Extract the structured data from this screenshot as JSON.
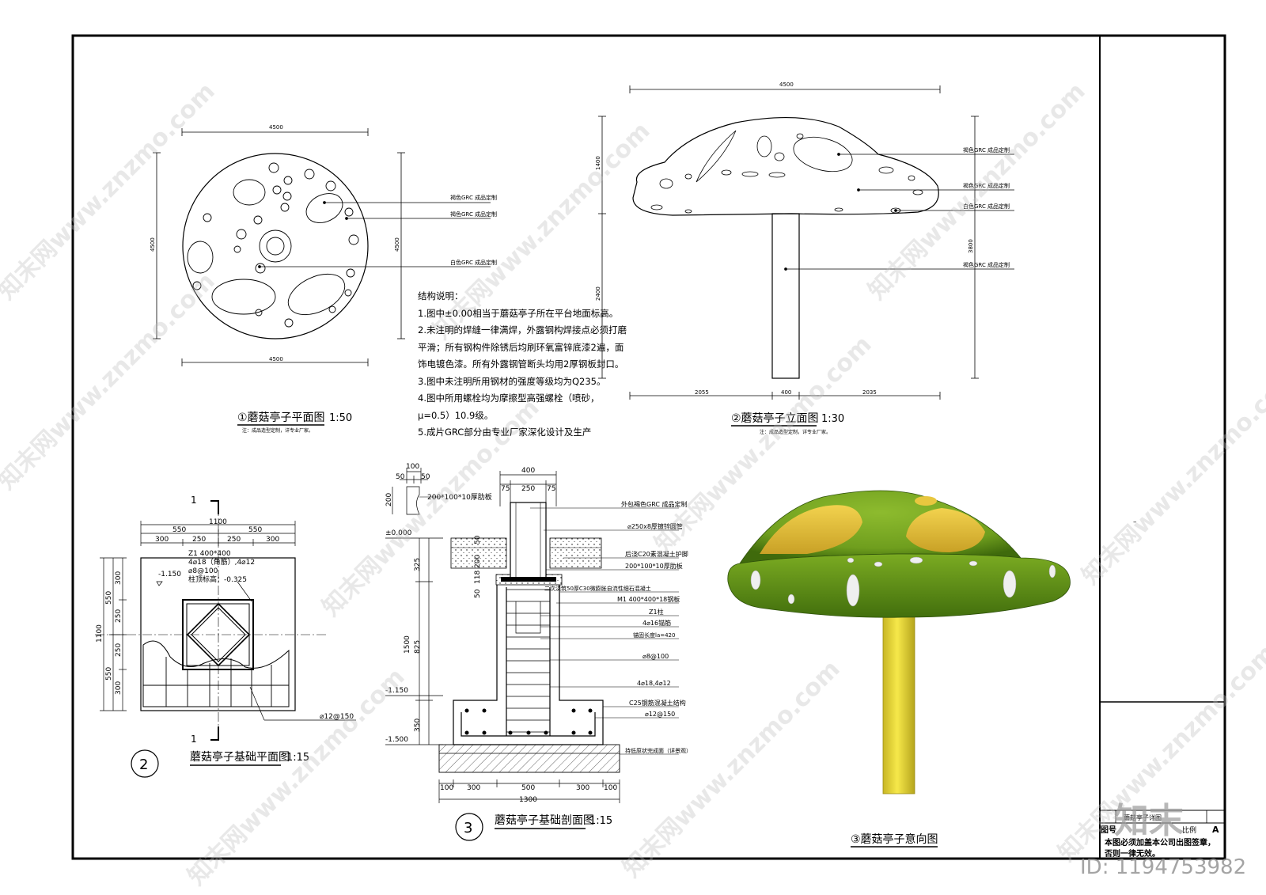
{
  "plan": {
    "title": "①蘑菇亭子平面图",
    "scale": "1:50",
    "note": "注：成品造型定制，详专业厂家。",
    "dims": {
      "top": "4500",
      "bottom": "4500",
      "left": "4500",
      "right": "4500"
    },
    "labels": [
      "褐色GRC 成品定制",
      "褐色GRC 成品定制",
      "白色GRC 成品定制"
    ]
  },
  "elevation": {
    "title": "②蘑菇亭子立面图",
    "scale": "1:30",
    "note": "注：成品造型定制，详专业厂家。",
    "dims": {
      "top": "4500",
      "cap_h": "1400",
      "stem_h": "2400",
      "total_h": "3800",
      "b1": "2055",
      "b2": "400",
      "b3": "2035"
    },
    "labels": [
      "褐色GRC 成品定制",
      "褐色GRC 成品定制",
      "白色GRC 成品定制",
      "褐色GRC 成品定制"
    ]
  },
  "notes": {
    "heading": "结构说明：",
    "lines": [
      "1.图中±0.00相当于蘑菇亭子所在平台地面标高。",
      "2.未注明的焊缝一律满焊，外露钢构焊接点必须打磨",
      "平滑；所有钢构件除锈后均刷环氧富锌底漆2遍，面",
      "饰电镀色漆。所有外露钢管断头均用2厚钢板封口。",
      "3.图中未注明所用钢材的强度等级均为Q235。",
      "4.图中所用螺栓均为摩擦型高强螺栓（喷砂，",
      "μ=0.5）10.9级。",
      "5.成片GRC部分由专业厂家深化设计及生产"
    ]
  },
  "foundation_plan": {
    "title": "蘑菇亭子基础平面图",
    "scale": "1:15",
    "number": "2",
    "section_mark": "1",
    "dims_top": {
      "total": "1100",
      "a": "550",
      "b": "550",
      "c1": "300",
      "c2": "250",
      "c3": "250",
      "c4": "300"
    },
    "dims_left": {
      "total": "1100",
      "a": "550",
      "b": "550",
      "c1": "300",
      "c2": "250",
      "c3": "250",
      "c4": "300"
    },
    "column_label": [
      "Z1 400*400",
      "4⌀18（角筋）,4⌀12",
      "⌀8@100",
      "柱顶标高：-0.325"
    ],
    "level": "-1.150",
    "rebar": "⌀12@150"
  },
  "foundation_section": {
    "title": "蘑菇亭子基础剖面图",
    "scale": "1:15",
    "number": "3",
    "detail_dims": {
      "a": "100",
      "b": "50",
      "c": "50",
      "h": "200"
    },
    "plate_label": "200*100*10厚肋板",
    "top_dims": {
      "total": "400",
      "a": "75",
      "b": "250",
      "c": "75"
    },
    "levels": [
      "±0.000",
      "-1.150",
      "-1.500"
    ],
    "left_dims": [
      "325",
      "1500",
      "350",
      "50",
      "200",
      "118",
      "50",
      "825"
    ],
    "bottom_dims": {
      "a": "100",
      "b": "300",
      "c": "500",
      "d": "300",
      "e": "100",
      "total": "1300"
    },
    "labels": [
      "外包褐色GRC 成品定制",
      "⌀250x8厚镀锌圆管",
      "后浇C20素混凝土护脚",
      "200*100*10厚肋板",
      "二次浇筑50厚C30微膨胀自流性细石混凝土",
      "M1 400*400*18钢板",
      "Z1柱",
      "4⌀16锚筋",
      "锚固长度la=420",
      "⌀8@100",
      "4⌀18,4⌀12",
      "C25钢筋混凝土结构",
      "⌀12@150",
      "持低原状完成面（详景观）"
    ]
  },
  "render": {
    "title": "③蘑菇亭子意向图",
    "colors": {
      "cap": "#6f9e1e",
      "cap_dark": "#3f6a0c",
      "spot": "#d9b432",
      "spot_hi": "#f2d24e",
      "stem": "#f2e23a",
      "stem_edge": "#b6a51c",
      "white_spot": "#eeeeee"
    }
  },
  "title_block": {
    "drawing_no_label": "图号",
    "project_label": "蘑菇亭子详图",
    "size": "A",
    "ratio_label": "比例",
    "stamp_text": [
      "本图必须加盖本公司出图签章，",
      "否则一律无效。"
    ]
  },
  "watermark": {
    "text": "知末网www.znzmo.com",
    "logo": "知末",
    "id": "ID: 1194753982"
  }
}
